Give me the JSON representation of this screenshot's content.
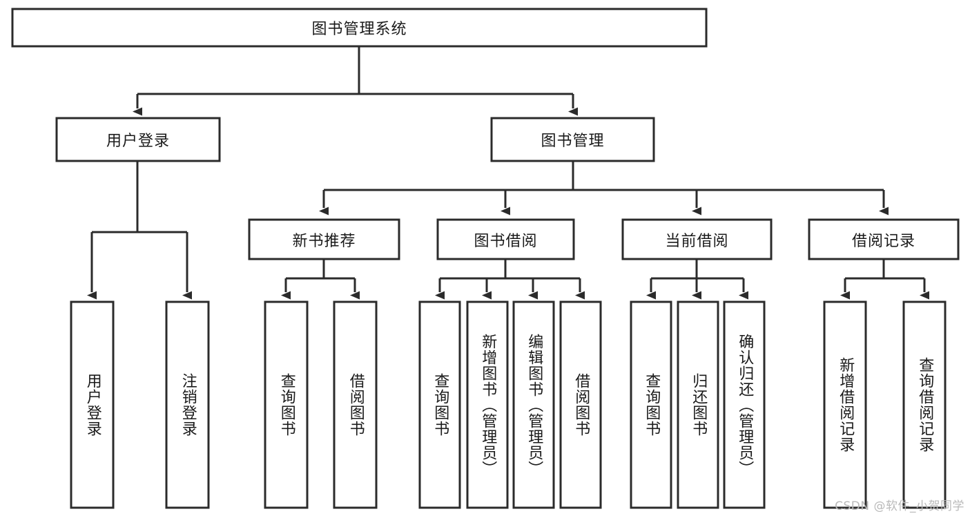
{
  "diagram": {
    "title": "图书管理系统",
    "type": "tree-hierarchy-functional-structure",
    "watermark": "CSDN @软件_小贺同学",
    "colors": {
      "background": "#ffffff",
      "box_stroke": "#2b2b2b",
      "box_fill": "#ffffff",
      "text": "#1a1a1a",
      "watermark": "#b9b9b9"
    },
    "root": {
      "label": "图书管理系统"
    },
    "level2": [
      {
        "label": "用户登录"
      },
      {
        "label": "图书管理"
      }
    ],
    "level3": [
      {
        "label": "新书推荐"
      },
      {
        "label": "图书借阅"
      },
      {
        "label": "当前借阅"
      },
      {
        "label": "借阅记录"
      }
    ],
    "leaves": {
      "user_login": [
        {
          "label": "用户登录"
        },
        {
          "label": "注销登录"
        }
      ],
      "new_book_recommend": [
        {
          "label": "查询图书"
        },
        {
          "label": "借阅图书"
        }
      ],
      "book_borrow": [
        {
          "label": "查询图书"
        },
        {
          "label": "新增图书（管理员）"
        },
        {
          "label": "编辑图书（管理员）"
        },
        {
          "label": "借阅图书"
        }
      ],
      "current_borrow": [
        {
          "label": "查询图书"
        },
        {
          "label": "归还图书"
        },
        {
          "label": "确认归还（管理员）"
        }
      ],
      "borrow_record": [
        {
          "label": "新增借阅记录"
        },
        {
          "label": "查询借阅记录"
        }
      ]
    }
  }
}
